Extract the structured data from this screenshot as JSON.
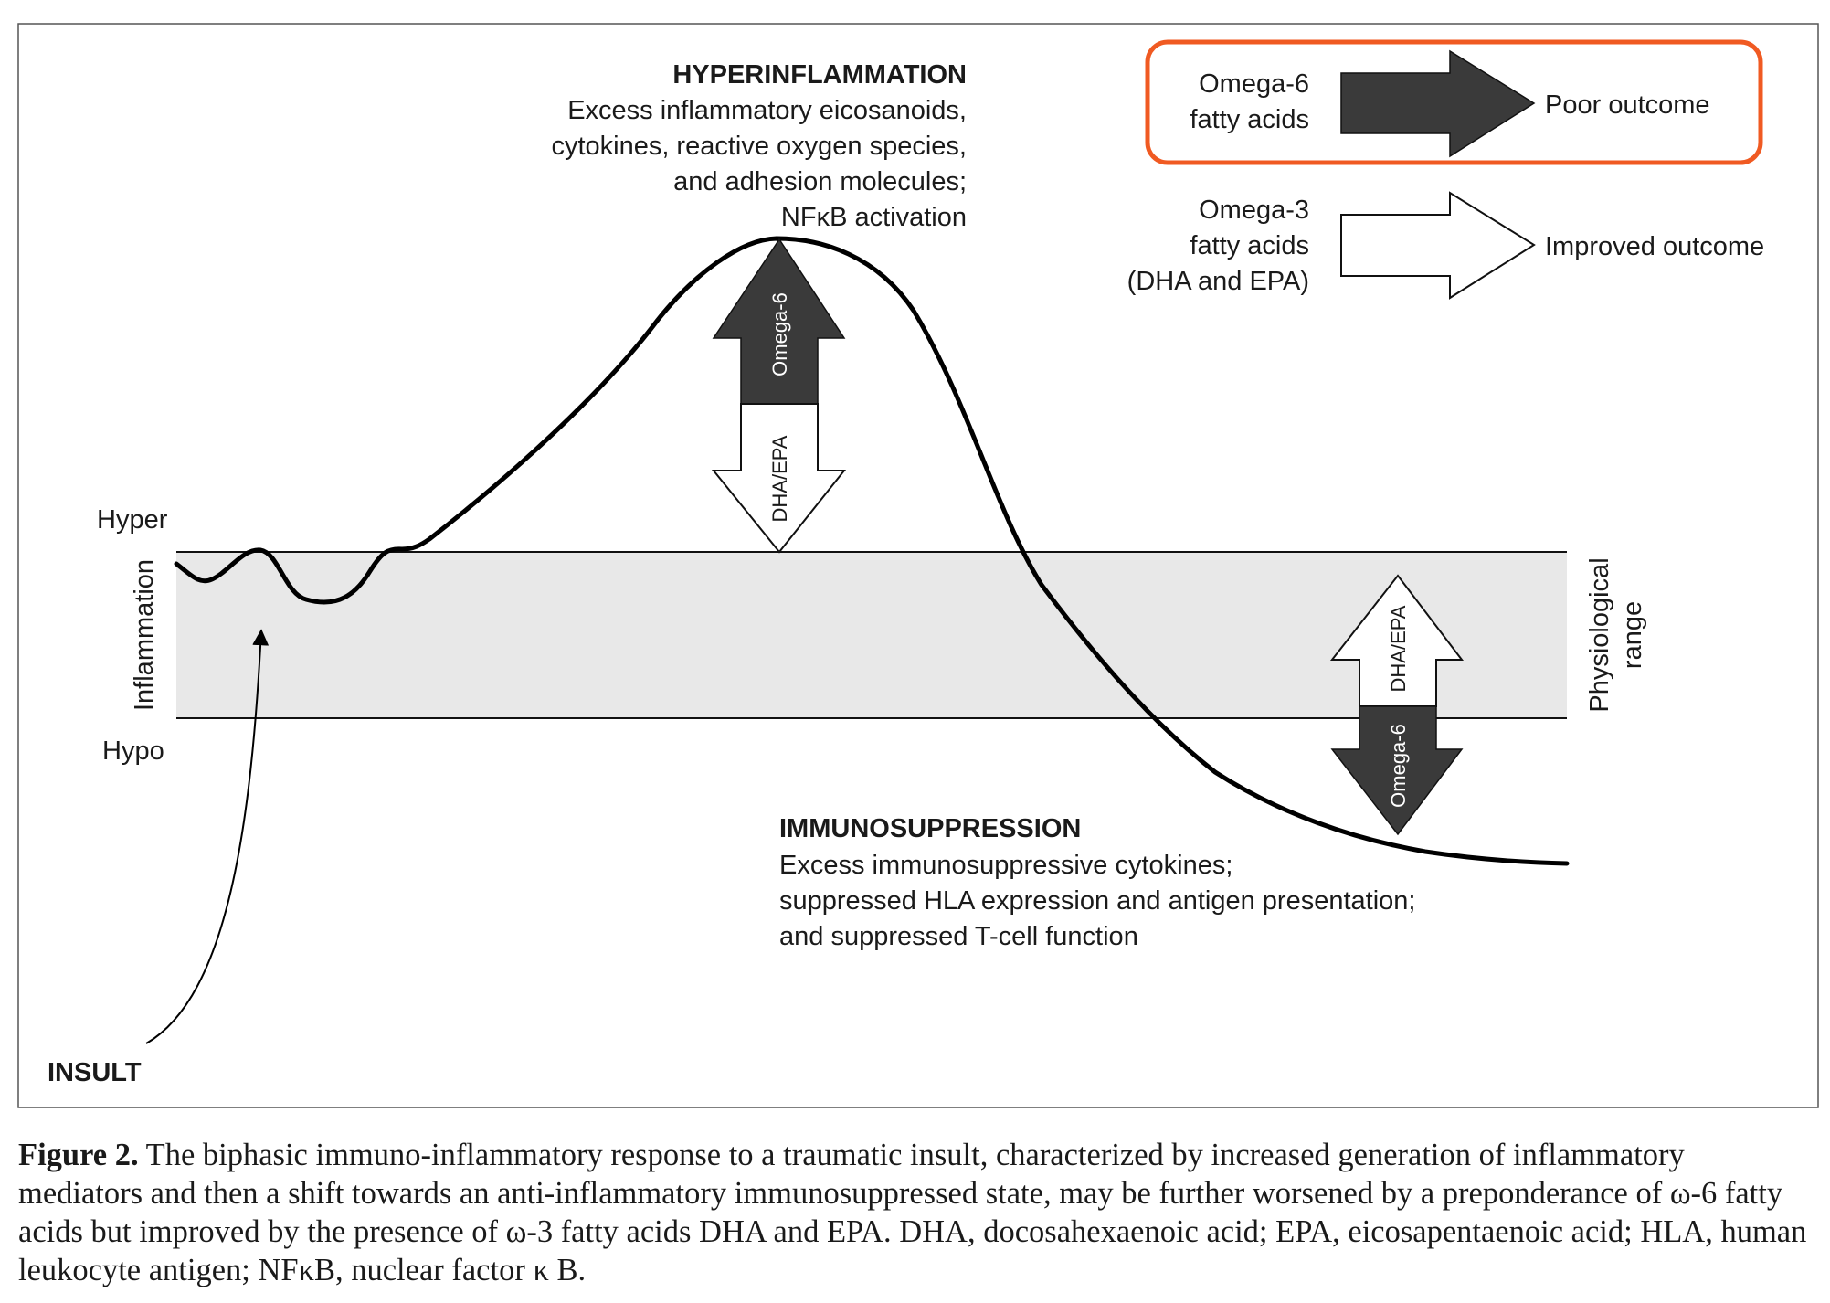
{
  "colors": {
    "band_fill": "#e8e8e8",
    "dark_arrow": "#3a3a3a",
    "light_arrow": "#ffffff",
    "highlight": "#f05a22",
    "curve": "#000000"
  },
  "diagram": {
    "axis": {
      "top_label": "Hyper",
      "bottom_label": "Hypo",
      "vertical_label": "Inflammation"
    },
    "band_label": [
      "Physiological",
      "range"
    ],
    "insult_label": "INSULT",
    "hyperinflammation": {
      "title": "HYPERINFLAMMATION",
      "lines": [
        "Excess inflammatory eicosanoids,",
        "cytokines, reactive oxygen species,",
        "and adhesion molecules;",
        "NFκB activation"
      ]
    },
    "immunosuppression": {
      "title": "IMMUNOSUPPRESSION",
      "lines": [
        "Excess immunosuppressive cytokines;",
        "suppressed HLA expression and antigen presentation;",
        "and suppressed T-cell function"
      ]
    },
    "peak_arrows": {
      "up_label": "Omega-6",
      "down_label": "DHA/EPA"
    },
    "trough_arrows": {
      "up_label": "DHA/EPA",
      "down_label": "Omega-6"
    },
    "legend": {
      "omega6": {
        "source": [
          "Omega-6",
          "fatty acids"
        ],
        "outcome": "Poor outcome"
      },
      "omega3": {
        "source": [
          "Omega-3",
          "fatty acids",
          "(DHA and EPA)"
        ],
        "outcome": "Improved outcome"
      }
    }
  },
  "caption": {
    "title": "Figure 2.",
    "text": "The biphasic immuno-inflammatory response to a traumatic insult, characterized by increased generation of inflammatory mediators and then a shift towards an anti-inflammatory immunosuppressed state, may be further worsened by a preponderance of ω-6 fatty acids but improved by the presence of ω-3 fatty acids DHA and EPA. DHA, docosahexaenoic acid; EPA, eicosapentaenoic acid; HLA, human leukocyte antigen; NFκB, nuclear factor κ B."
  }
}
